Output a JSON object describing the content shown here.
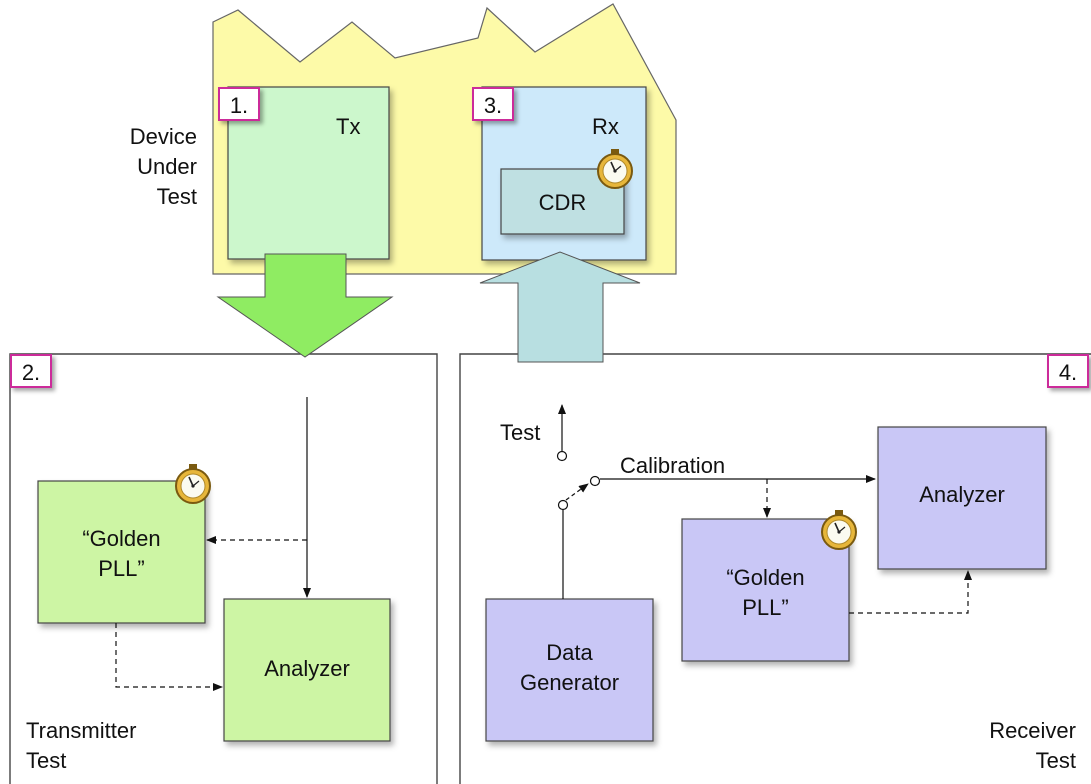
{
  "dut": {
    "label_lines": [
      "Device",
      "Under",
      "Test"
    ],
    "tx_label": "Tx",
    "rx_label": "Rx",
    "cdr_label": "CDR"
  },
  "markers": [
    "1.",
    "2.",
    "3.",
    "4."
  ],
  "transmitter": {
    "golden_pll_lines": [
      "“Golden",
      "PLL”"
    ],
    "analyzer_label": "Analyzer",
    "caption_lines": [
      "Transmitter",
      "Test"
    ]
  },
  "receiver": {
    "test_label": "Test",
    "calibration_label": "Calibration",
    "analyzer_label": "Analyzer",
    "golden_pll_lines": [
      "“Golden",
      "PLL”"
    ],
    "data_generator_lines": [
      "Data",
      "Generator"
    ],
    "caption_lines": [
      "Receiver",
      "Test"
    ]
  },
  "colors": {
    "dut_fill": "#fdfaa8",
    "tx_fill": "#ccf7cc",
    "rx_fill": "#cde9fa",
    "cdr_fill": "#bfe0e2",
    "green_fill": "#cdf5a4",
    "purple_fill": "#c9c7f6",
    "arrow_green": "#8fec62",
    "arrow_blue": "#b8dfe1",
    "marker_border": "#cc2b9a"
  }
}
